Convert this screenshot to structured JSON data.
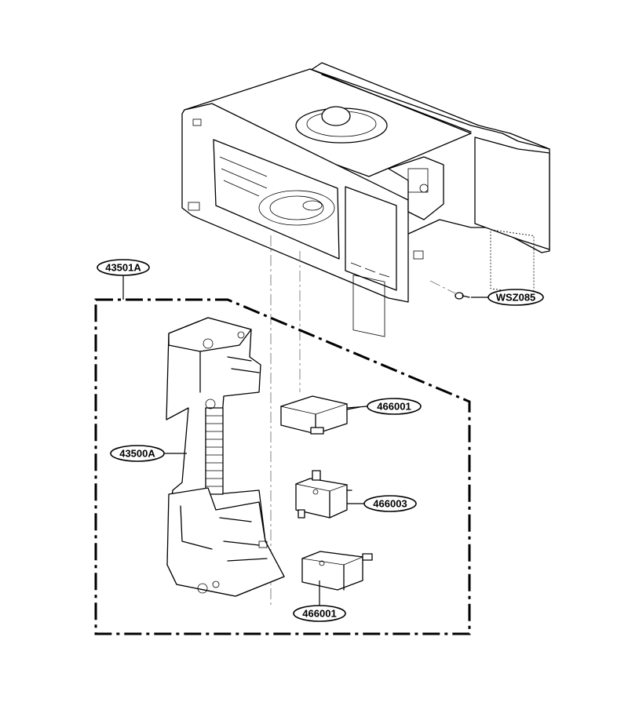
{
  "callouts": {
    "assembly": "43501A",
    "screw": "WSZ085",
    "latch_board": "43500A",
    "switch_top": "466001",
    "switch_middle": "466003",
    "switch_bottom": "466001"
  }
}
